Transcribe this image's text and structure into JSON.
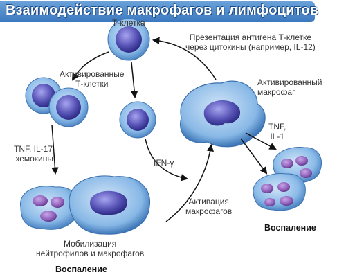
{
  "title": "Взаимодействие макрофагов и лимфоцитов",
  "labels": {
    "t_cell": "Т-клетка",
    "activated_t_cells": [
      "Активированные",
      "Т-клетки"
    ],
    "antigen_presentation": [
      "Презентация антигена Т-клетке",
      "через цитокины (например, IL-12)"
    ],
    "activated_macrophage": [
      "Активированный",
      "макрофаг"
    ],
    "tnf_il1": [
      "TNF,",
      "IL-1"
    ],
    "tnf_il17": [
      "TNF, IL-17,",
      "хемокины"
    ],
    "ifn": "IFN-γ",
    "macrophage_activation": [
      "Активация",
      "макрофагов"
    ],
    "mobilization": [
      "Мобилизация",
      "нейтрофилов и макрофагов"
    ],
    "inflammation_left": "Воспаление",
    "inflammation_right": "Воспаление"
  },
  "colors": {
    "title_band": "#3b78bf",
    "cell_body": "#86b6e6",
    "cell_nucleus": "#5a56b8",
    "neutrophil_nucleus": "#8a5ab5",
    "arrow": "#111111"
  }
}
